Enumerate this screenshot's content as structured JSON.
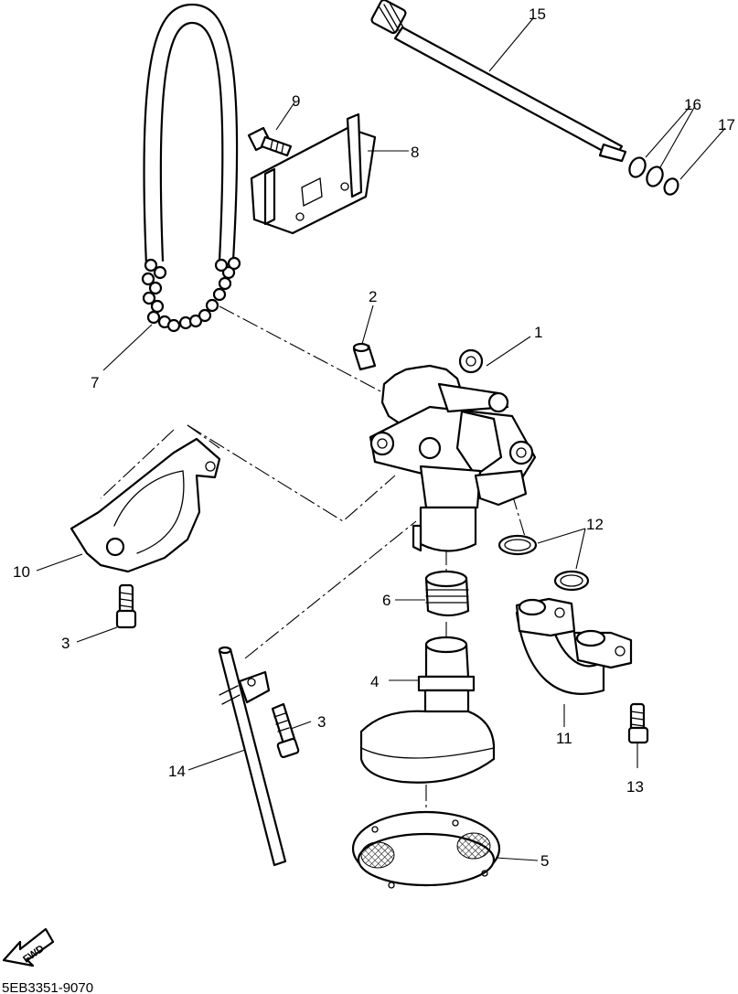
{
  "diagram_code": "5EB3351-9070",
  "direction_label": "FWD",
  "callouts": {
    "c1": "1",
    "c2": "2",
    "c3a": "3",
    "c3b": "3",
    "c4": "4",
    "c5": "5",
    "c6": "6",
    "c7": "7",
    "c8": "8",
    "c9": "9",
    "c10": "10",
    "c11": "11",
    "c12": "12",
    "c13": "13",
    "c14": "14",
    "c15": "15",
    "c16": "16",
    "c17": "17"
  }
}
